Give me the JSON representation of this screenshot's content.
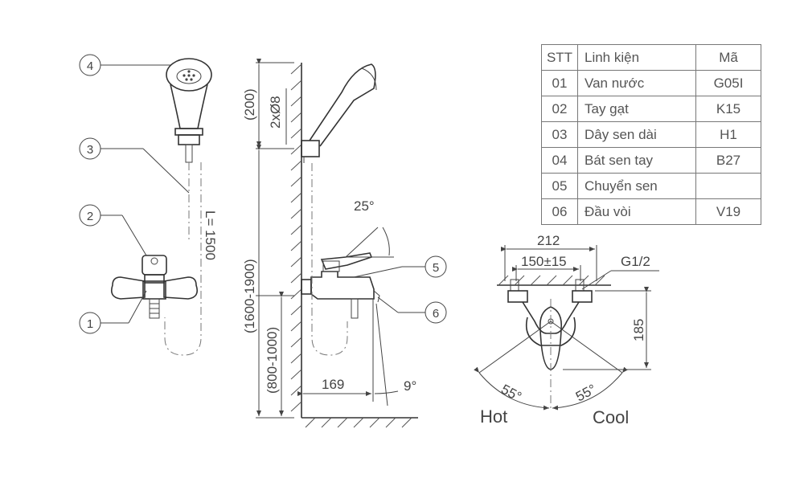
{
  "table": {
    "headers": [
      "STT",
      "Linh kiện",
      "Mã"
    ],
    "rows": [
      [
        "01",
        "Van nước",
        "G05I"
      ],
      [
        "02",
        "Tay gạt",
        "K15"
      ],
      [
        "03",
        "Dây sen dài",
        "H1"
      ],
      [
        "04",
        "Bát sen tay",
        "B27"
      ],
      [
        "05",
        "Chuyển sen",
        ""
      ],
      [
        "06",
        "Đầu vòi",
        "V19"
      ]
    ]
  },
  "callouts": {
    "c1": "1",
    "c2": "2",
    "c3": "3",
    "c4": "4",
    "c5": "5",
    "c6": "6"
  },
  "dims": {
    "hose_length": "L= 1500",
    "top_height": "(200)",
    "bracket_screws": "2xØ8",
    "shower_height": "(1600-1900)",
    "spout_height": "(800-1000)",
    "spout_reach": "169",
    "lever_angle": "25°",
    "spout_angle": "9°",
    "center_width": "212",
    "center_distance": "150±15",
    "thread": "G1/2",
    "body_depth": "185",
    "hot_angle": "55°",
    "cool_angle": "55°"
  },
  "labels": {
    "hot": "Hot",
    "cool": "Cool"
  }
}
